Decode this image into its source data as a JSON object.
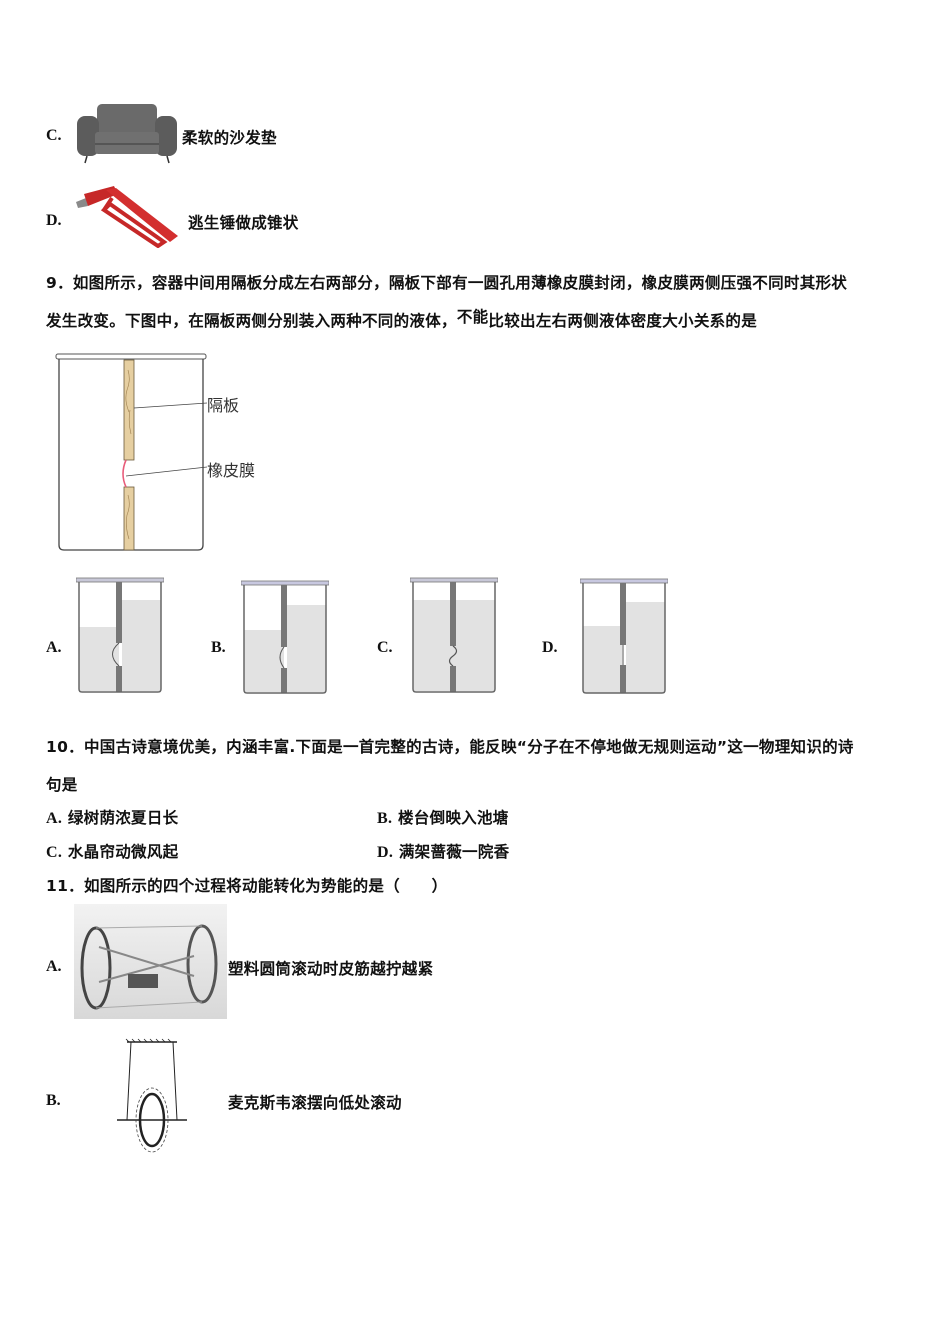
{
  "q8": {
    "optC": {
      "label": "C.",
      "text": "柔软的沙发垫",
      "image": "sofa-image"
    },
    "optD": {
      "label": "D.",
      "text": "逃生锤做成锥状",
      "image": "escape-hammer-image"
    }
  },
  "q9": {
    "line1": "9．如图所示，容器中间用隔板分成左右两部分，隔板下部有一圆孔用薄橡皮膜封闭，橡皮膜两侧压强不同时其形状",
    "line2a": "发生改变。下图中，在隔板两侧分别装入两种不同的液体，",
    "line2b": "不能",
    "line2c": "比较出左右两侧液体密度大小关系的是",
    "diagram": {
      "partition_label": "隔板",
      "membrane_label": "橡皮膜"
    },
    "options": [
      {
        "label": "A.",
        "left_level": 0.38,
        "right_level": 0.22,
        "membrane": "bulge-left"
      },
      {
        "label": "B.",
        "left_level": 0.38,
        "right_level": 0.22,
        "membrane": "bulge-left"
      },
      {
        "label": "C.",
        "left_level": 0.18,
        "right_level": 0.18,
        "membrane": "wave"
      },
      {
        "label": "D.",
        "left_level": 0.38,
        "right_level": 0.2,
        "membrane": "flat"
      }
    ]
  },
  "q10": {
    "line1": "10．中国古诗意境优美，内涵丰富.下面是一首完整的古诗，能反映“分子在不停地做无规则运动”这一物理知识的诗",
    "line2": "句是",
    "options": [
      {
        "label": "A.",
        "text": "绿树荫浓夏日长"
      },
      {
        "label": "B.",
        "text": "楼台倒映入池塘"
      },
      {
        "label": "C.",
        "text": "水晶帘动微风起"
      },
      {
        "label": "D.",
        "text": "满架蔷薇一院香"
      }
    ]
  },
  "q11": {
    "stem": "11．如图所示的四个过程将动能转化为势能的是（　　）",
    "optA": {
      "label": "A.",
      "text": "塑料圆筒滚动时皮筋越拧越紧",
      "image": "rolling-cylinder-image"
    },
    "optB": {
      "label": "B.",
      "text": "麦克斯韦滚摆向低处滚动",
      "image": "maxwell-wheel-image"
    }
  }
}
